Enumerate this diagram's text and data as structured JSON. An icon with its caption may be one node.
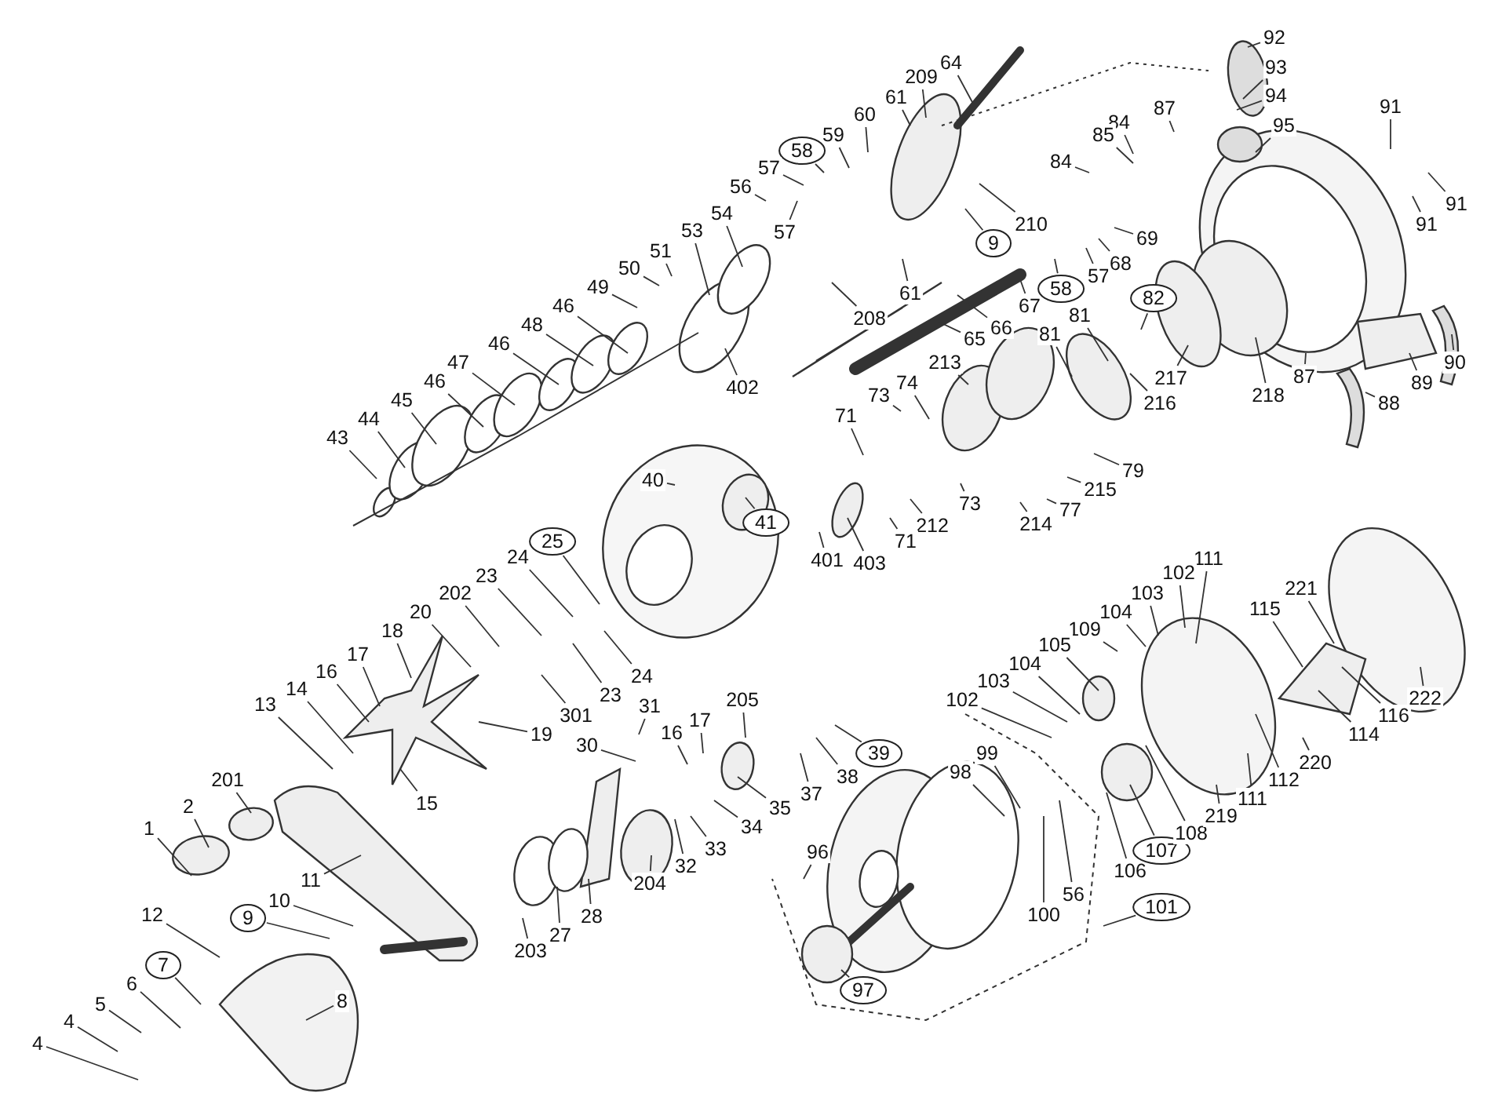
{
  "diagram": {
    "nodes": [
      {
        "text": [
          "64"
        ]
      },
      {
        "text": [
          "209"
        ]
      },
      {
        "text": [
          "61"
        ]
      },
      {
        "text": [
          "60"
        ]
      },
      {
        "text": [
          "59"
        ]
      },
      {
        "text": [
          "58"
        ]
      },
      {
        "text": [
          "57"
        ]
      },
      {
        "text": [
          "56"
        ]
      },
      {
        "text": [
          "57"
        ]
      },
      {
        "text": [
          "210"
        ]
      },
      {
        "text": [
          "9"
        ]
      },
      {
        "text": [
          "54"
        ]
      },
      {
        "text": [
          "53"
        ]
      },
      {
        "text": [
          "51"
        ]
      },
      {
        "text": [
          "50"
        ]
      },
      {
        "text": [
          "49"
        ]
      },
      {
        "text": [
          "46"
        ]
      },
      {
        "text": [
          "48"
        ]
      },
      {
        "text": [
          "46"
        ]
      },
      {
        "text": [
          "47"
        ]
      },
      {
        "text": [
          "46"
        ]
      },
      {
        "text": [
          "45"
        ]
      },
      {
        "text": [
          "44"
        ]
      },
      {
        "text": [
          "43"
        ]
      },
      {
        "text": [
          "402"
        ]
      },
      {
        "text": [
          "61"
        ]
      },
      {
        "text": [
          "208"
        ]
      },
      {
        "text": [
          "66"
        ]
      },
      {
        "text": [
          "65"
        ]
      },
      {
        "text": [
          "67"
        ]
      },
      {
        "text": [
          "58"
        ]
      },
      {
        "text": [
          "57"
        ]
      },
      {
        "text": [
          "68"
        ]
      },
      {
        "text": [
          "69"
        ]
      },
      {
        "text": [
          "92"
        ]
      },
      {
        "text": [
          "93"
        ]
      },
      {
        "text": [
          "94"
        ]
      },
      {
        "text": [
          "95"
        ]
      },
      {
        "text": [
          "87"
        ]
      },
      {
        "text": [
          "84"
        ]
      },
      {
        "text": [
          "85"
        ]
      },
      {
        "text": [
          "84"
        ]
      },
      {
        "text": [
          "91"
        ]
      },
      {
        "text": [
          "91"
        ]
      },
      {
        "text": [
          "91"
        ]
      },
      {
        "text": [
          "82"
        ]
      },
      {
        "text": [
          "81"
        ]
      },
      {
        "text": [
          "81"
        ]
      },
      {
        "text": [
          "216"
        ]
      },
      {
        "text": [
          "217"
        ]
      },
      {
        "text": [
          "218"
        ]
      },
      {
        "text": [
          "87"
        ]
      },
      {
        "text": [
          "88"
        ]
      },
      {
        "text": [
          "89"
        ]
      },
      {
        "text": [
          "90"
        ]
      },
      {
        "text": [
          "213"
        ]
      },
      {
        "text": [
          "74"
        ]
      },
      {
        "text": [
          "73"
        ]
      },
      {
        "text": [
          "71"
        ]
      },
      {
        "text": [
          "212"
        ]
      },
      {
        "text": [
          "71"
        ]
      },
      {
        "text": [
          "73"
        ]
      },
      {
        "text": [
          "214"
        ]
      },
      {
        "text": [
          "77"
        ]
      },
      {
        "text": [
          "215"
        ]
      },
      {
        "text": [
          "79"
        ]
      },
      {
        "text": [
          "40"
        ]
      },
      {
        "text": [
          "41"
        ]
      },
      {
        "text": [
          "401"
        ]
      },
      {
        "text": [
          "403"
        ]
      },
      {
        "text": [
          "25"
        ]
      },
      {
        "text": [
          "24"
        ]
      },
      {
        "text": [
          "23"
        ]
      },
      {
        "text": [
          "202"
        ]
      },
      {
        "text": [
          "20"
        ]
      },
      {
        "text": [
          "18"
        ]
      },
      {
        "text": [
          "17"
        ]
      },
      {
        "text": [
          "16"
        ]
      },
      {
        "text": [
          "14"
        ]
      },
      {
        "text": [
          "13"
        ]
      },
      {
        "text": [
          "24"
        ]
      },
      {
        "text": [
          "23"
        ]
      },
      {
        "text": [
          "301"
        ]
      },
      {
        "text": [
          "19"
        ]
      },
      {
        "text": [
          "15"
        ]
      },
      {
        "text": [
          "201"
        ]
      },
      {
        "text": [
          "2"
        ]
      },
      {
        "text": [
          "1"
        ]
      },
      {
        "text": [
          "11"
        ]
      },
      {
        "text": [
          "10"
        ]
      },
      {
        "text": [
          "9"
        ]
      },
      {
        "text": [
          "12"
        ]
      },
      {
        "text": [
          "7"
        ]
      },
      {
        "text": [
          "6"
        ]
      },
      {
        "text": [
          "5"
        ]
      },
      {
        "text": [
          "4"
        ]
      },
      {
        "text": [
          "4"
        ]
      },
      {
        "text": [
          "8"
        ]
      },
      {
        "text": [
          "31"
        ]
      },
      {
        "text": [
          "30"
        ]
      },
      {
        "text": [
          "16"
        ]
      },
      {
        "text": [
          "17"
        ]
      },
      {
        "text": [
          "205"
        ]
      },
      {
        "text": [
          "37"
        ]
      },
      {
        "text": [
          "38"
        ]
      },
      {
        "text": [
          "39"
        ]
      },
      {
        "text": [
          "35"
        ]
      },
      {
        "text": [
          "34"
        ]
      },
      {
        "text": [
          "33"
        ]
      },
      {
        "text": [
          "32"
        ]
      },
      {
        "text": [
          "204"
        ]
      },
      {
        "text": [
          "28"
        ]
      },
      {
        "text": [
          "27"
        ]
      },
      {
        "text": [
          "203"
        ]
      },
      {
        "text": [
          "111"
        ]
      },
      {
        "text": [
          "102"
        ]
      },
      {
        "text": [
          "103"
        ]
      },
      {
        "text": [
          "104"
        ]
      },
      {
        "text": [
          "109"
        ]
      },
      {
        "text": [
          "105"
        ]
      },
      {
        "text": [
          "104"
        ]
      },
      {
        "text": [
          "103"
        ]
      },
      {
        "text": [
          "102"
        ]
      },
      {
        "text": [
          "99"
        ]
      },
      {
        "text": [
          "98"
        ]
      },
      {
        "text": [
          "96"
        ]
      },
      {
        "text": [
          "97"
        ]
      },
      {
        "text": [
          "100"
        ]
      },
      {
        "text": [
          "56"
        ]
      },
      {
        "text": [
          "101"
        ]
      },
      {
        "text": [
          "106"
        ]
      },
      {
        "text": [
          "107"
        ]
      },
      {
        "text": [
          "108"
        ]
      },
      {
        "text": [
          "219"
        ]
      },
      {
        "text": [
          "111"
        ]
      },
      {
        "text": [
          "112"
        ]
      },
      {
        "text": [
          "220"
        ]
      },
      {
        "text": [
          "114"
        ]
      },
      {
        "text": [
          "116"
        ]
      },
      {
        "text": [
          "222"
        ]
      },
      {
        "text": [
          "115"
        ]
      },
      {
        "text": [
          "221"
        ]
      }
    ],
    "edges": [
      {
        "from": 0,
        "to": null,
        "arrow": "none"
      },
      {
        "from": 1,
        "to": null,
        "arrow": "none"
      },
      {
        "from": 2,
        "to": null,
        "arrow": "none"
      },
      {
        "from": 3,
        "to": null,
        "arrow": "none"
      },
      {
        "from": 4,
        "to": null,
        "arrow": "none"
      },
      {
        "from": 5,
        "to": null,
        "arrow": "none"
      },
      {
        "from": 6,
        "to": null,
        "arrow": "none"
      },
      {
        "from": 7,
        "to": null,
        "arrow": "none"
      },
      {
        "from": 8,
        "to": null,
        "arrow": "none"
      },
      {
        "from": 9,
        "to": null,
        "arrow": "none"
      },
      {
        "from": 10,
        "to": null,
        "arrow": "none"
      },
      {
        "from": 11,
        "to": null,
        "arrow": "none"
      },
      {
        "from": 12,
        "to": null,
        "arrow": "none"
      },
      {
        "from": 13,
        "to": null,
        "arrow": "none"
      },
      {
        "from": 14,
        "to": null,
        "arrow": "none"
      },
      {
        "from": 15,
        "to": null,
        "arrow": "none"
      },
      {
        "from": 16,
        "to": null,
        "arrow": "none"
      },
      {
        "from": 17,
        "to": null,
        "arrow": "none"
      },
      {
        "from": 18,
        "to": null,
        "arrow": "none"
      },
      {
        "from": 19,
        "to": null,
        "arrow": "none"
      },
      {
        "from": 20,
        "to": null,
        "arrow": "none"
      },
      {
        "from": 21,
        "to": null,
        "arrow": "none"
      },
      {
        "from": 22,
        "to": null,
        "arrow": "none"
      },
      {
        "from": 23,
        "to": null,
        "arrow": "none"
      },
      {
        "from": 24,
        "to": null,
        "arrow": "none"
      },
      {
        "from": 25,
        "to": null,
        "arrow": "none"
      },
      {
        "from": 26,
        "to": null,
        "arrow": "none"
      },
      {
        "from": 27,
        "to": null,
        "arrow": "none"
      },
      {
        "from": 28,
        "to": null,
        "arrow": "none"
      },
      {
        "from": 29,
        "to": null,
        "arrow": "none"
      },
      {
        "from": 30,
        "to": null,
        "arrow": "none"
      },
      {
        "from": 31,
        "to": null,
        "arrow": "none"
      },
      {
        "from": 32,
        "to": null,
        "arrow": "none"
      },
      {
        "from": 33,
        "to": null,
        "arrow": "none"
      },
      {
        "from": 34,
        "to": null,
        "arrow": "none"
      },
      {
        "from": 35,
        "to": null,
        "arrow": "none"
      },
      {
        "from": 36,
        "to": null,
        "arrow": "none"
      },
      {
        "from": 37,
        "to": null,
        "arrow": "none"
      },
      {
        "from": 38,
        "to": null,
        "arrow": "none"
      },
      {
        "from": 39,
        "to": null,
        "arrow": "none"
      },
      {
        "from": 40,
        "to": null,
        "arrow": "none"
      },
      {
        "from": 41,
        "to": null,
        "arrow": "none"
      },
      {
        "from": 42,
        "to": null,
        "arrow": "none"
      },
      {
        "from": 43,
        "to": null,
        "arrow": "none"
      },
      {
        "from": 44,
        "to": null,
        "arrow": "none"
      },
      {
        "from": 45,
        "to": null,
        "arrow": "none"
      },
      {
        "from": 46,
        "to": null,
        "arrow": "none"
      },
      {
        "from": 47,
        "to": null,
        "arrow": "none"
      },
      {
        "from": 48,
        "to": null,
        "arrow": "none"
      },
      {
        "from": 49,
        "to": null,
        "arrow": "none"
      },
      {
        "from": 50,
        "to": null,
        "arrow": "none"
      },
      {
        "from": 51,
        "to": null,
        "arrow": "none"
      },
      {
        "from": 52,
        "to": null,
        "arrow": "none"
      },
      {
        "from": 53,
        "to": null,
        "arrow": "none"
      },
      {
        "from": 54,
        "to": null,
        "arrow": "none"
      },
      {
        "from": 55,
        "to": null,
        "arrow": "none"
      },
      {
        "from": 56,
        "to": null,
        "arrow": "none"
      },
      {
        "from": 57,
        "to": null,
        "arrow": "none"
      },
      {
        "from": 58,
        "to": null,
        "arrow": "none"
      },
      {
        "from": 59,
        "to": null,
        "arrow": "none"
      },
      {
        "from": 60,
        "to": null,
        "arrow": "none"
      },
      {
        "from": 61,
        "to": null,
        "arrow": "none"
      },
      {
        "from": 62,
        "to": null,
        "arrow": "none"
      },
      {
        "from": 63,
        "to": null,
        "arrow": "none"
      },
      {
        "from": 64,
        "to": null,
        "arrow": "none"
      },
      {
        "from": 65,
        "to": null,
        "arrow": "none"
      },
      {
        "from": 66,
        "to": null,
        "arrow": "none"
      },
      {
        "from": 67,
        "to": null,
        "arrow": "none"
      },
      {
        "from": 68,
        "to": null,
        "arrow": "none"
      },
      {
        "from": 69,
        "to": null,
        "arrow": "none"
      },
      {
        "from": 70,
        "to": null,
        "arrow": "none"
      },
      {
        "from": 71,
        "to": null,
        "arrow": "none"
      },
      {
        "from": 72,
        "to": null,
        "arrow": "none"
      },
      {
        "from": 73,
        "to": null,
        "arrow": "none"
      },
      {
        "from": 74,
        "to": null,
        "arrow": "none"
      },
      {
        "from": 75,
        "to": null,
        "arrow": "none"
      },
      {
        "from": 76,
        "to": null,
        "arrow": "none"
      },
      {
        "from": 77,
        "to": null,
        "arrow": "none"
      },
      {
        "from": 78,
        "to": null,
        "arrow": "none"
      },
      {
        "from": 79,
        "to": null,
        "arrow": "none"
      },
      {
        "from": 80,
        "to": null,
        "arrow": "none"
      },
      {
        "from": 81,
        "to": null,
        "arrow": "none"
      },
      {
        "from": 82,
        "to": null,
        "arrow": "none"
      },
      {
        "from": 83,
        "to": null,
        "arrow": "none"
      },
      {
        "from": 84,
        "to": null,
        "arrow": "none"
      },
      {
        "from": 85,
        "to": null,
        "arrow": "none"
      },
      {
        "from": 86,
        "to": null,
        "arrow": "none"
      },
      {
        "from": 87,
        "to": null,
        "arrow": "none"
      },
      {
        "from": 88,
        "to": null,
        "arrow": "none"
      },
      {
        "from": 89,
        "to": null,
        "arrow": "none"
      },
      {
        "from": 90,
        "to": null,
        "arrow": "none"
      },
      {
        "from": 91,
        "to": null,
        "arrow": "none"
      },
      {
        "from": 92,
        "to": null,
        "arrow": "none"
      },
      {
        "from": 93,
        "to": null,
        "arrow": "none"
      },
      {
        "from": 94,
        "to": null,
        "arrow": "none"
      },
      {
        "from": 95,
        "to": null,
        "arrow": "none"
      },
      {
        "from": 96,
        "to": null,
        "arrow": "none"
      },
      {
        "from": 97,
        "to": null,
        "arrow": "none"
      },
      {
        "from": 98,
        "to": null,
        "arrow": "none"
      },
      {
        "from": 99,
        "to": null,
        "arrow": "none"
      },
      {
        "from": 100,
        "to": null,
        "arrow": "none"
      },
      {
        "from": 101,
        "to": null,
        "arrow": "none"
      },
      {
        "from": 102,
        "to": null,
        "arrow": "none"
      },
      {
        "from": 103,
        "to": null,
        "arrow": "none"
      },
      {
        "from": 104,
        "to": null,
        "arrow": "none"
      },
      {
        "from": 105,
        "to": null,
        "arrow": "none"
      },
      {
        "from": 106,
        "to": null,
        "arrow": "none"
      },
      {
        "from": 107,
        "to": null,
        "arrow": "none"
      },
      {
        "from": 108,
        "to": null,
        "arrow": "none"
      },
      {
        "from": 109,
        "to": null,
        "arrow": "none"
      },
      {
        "from": 110,
        "to": null,
        "arrow": "none"
      },
      {
        "from": 111,
        "to": null,
        "arrow": "none"
      },
      {
        "from": 112,
        "to": null,
        "arrow": "none"
      },
      {
        "from": 113,
        "to": null,
        "arrow": "none"
      },
      {
        "from": 114,
        "to": null,
        "arrow": "none"
      },
      {
        "from": 115,
        "to": null,
        "arrow": "none"
      },
      {
        "from": 116,
        "to": null,
        "arrow": "none"
      },
      {
        "from": 117,
        "to": null,
        "arrow": "none"
      },
      {
        "from": 118,
        "to": null,
        "arrow": "none"
      },
      {
        "from": 119,
        "to": null,
        "arrow": "none"
      },
      {
        "from": 120,
        "to": null,
        "arrow": "none"
      },
      {
        "from": 121,
        "to": null,
        "arrow": "none"
      },
      {
        "from": 122,
        "to": null,
        "arrow": "none"
      },
      {
        "from": 123,
        "to": null,
        "arrow": "none"
      },
      {
        "from": 124,
        "to": null,
        "arrow": "none"
      },
      {
        "from": 125,
        "to": null,
        "arrow": "none"
      },
      {
        "from": 126,
        "to": null,
        "arrow": "none"
      },
      {
        "from": 127,
        "to": null,
        "arrow": "none"
      },
      {
        "from": 128,
        "to": null,
        "arrow": "none"
      },
      {
        "from": 129,
        "to": null,
        "arrow": "none"
      },
      {
        "from": 130,
        "to": null,
        "arrow": "none"
      },
      {
        "from": 131,
        "to": null,
        "arrow": "none"
      },
      {
        "from": 132,
        "to": null,
        "arrow": "none"
      },
      {
        "from": 133,
        "to": null,
        "arrow": "none"
      },
      {
        "from": 134,
        "to": null,
        "arrow": "none"
      },
      {
        "from": 135,
        "to": null,
        "arrow": "none"
      },
      {
        "from": 136,
        "to": null,
        "arrow": "none"
      },
      {
        "from": 137,
        "to": null,
        "arrow": "none"
      },
      {
        "from": 138,
        "to": null,
        "arrow": "none"
      },
      {
        "from": 139,
        "to": null,
        "arrow": "none"
      },
      {
        "from": 140,
        "to": null,
        "arrow": "none"
      },
      {
        "from": 141,
        "to": null,
        "arrow": "none"
      }
    ]
  }
}
